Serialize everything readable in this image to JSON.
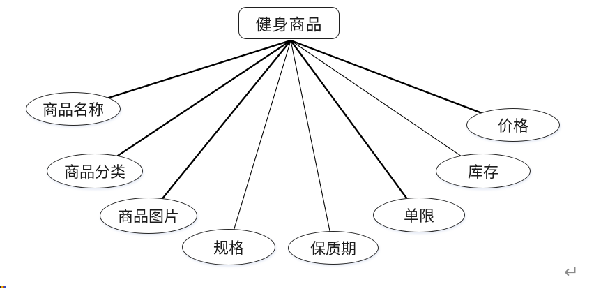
{
  "diagram": {
    "root": {
      "label": "健身商品"
    },
    "attributes": [
      {
        "label": "商品名称",
        "link_weight": "thick"
      },
      {
        "label": "商品分类",
        "link_weight": "thick"
      },
      {
        "label": "商品图片",
        "link_weight": "thick"
      },
      {
        "label": "规格",
        "link_weight": "thin"
      },
      {
        "label": "保质期",
        "link_weight": "thin"
      },
      {
        "label": "单限",
        "link_weight": "thick"
      },
      {
        "label": "库存",
        "link_weight": "thin"
      },
      {
        "label": "价格",
        "link_weight": "thick"
      }
    ],
    "colors": {
      "line": "#000000",
      "node_border": "#262626",
      "text": "#1c1c1c",
      "background": "#ffffff",
      "return_mark": "#8a8a8a"
    }
  },
  "page": {
    "paragraph_mark": "↵"
  }
}
